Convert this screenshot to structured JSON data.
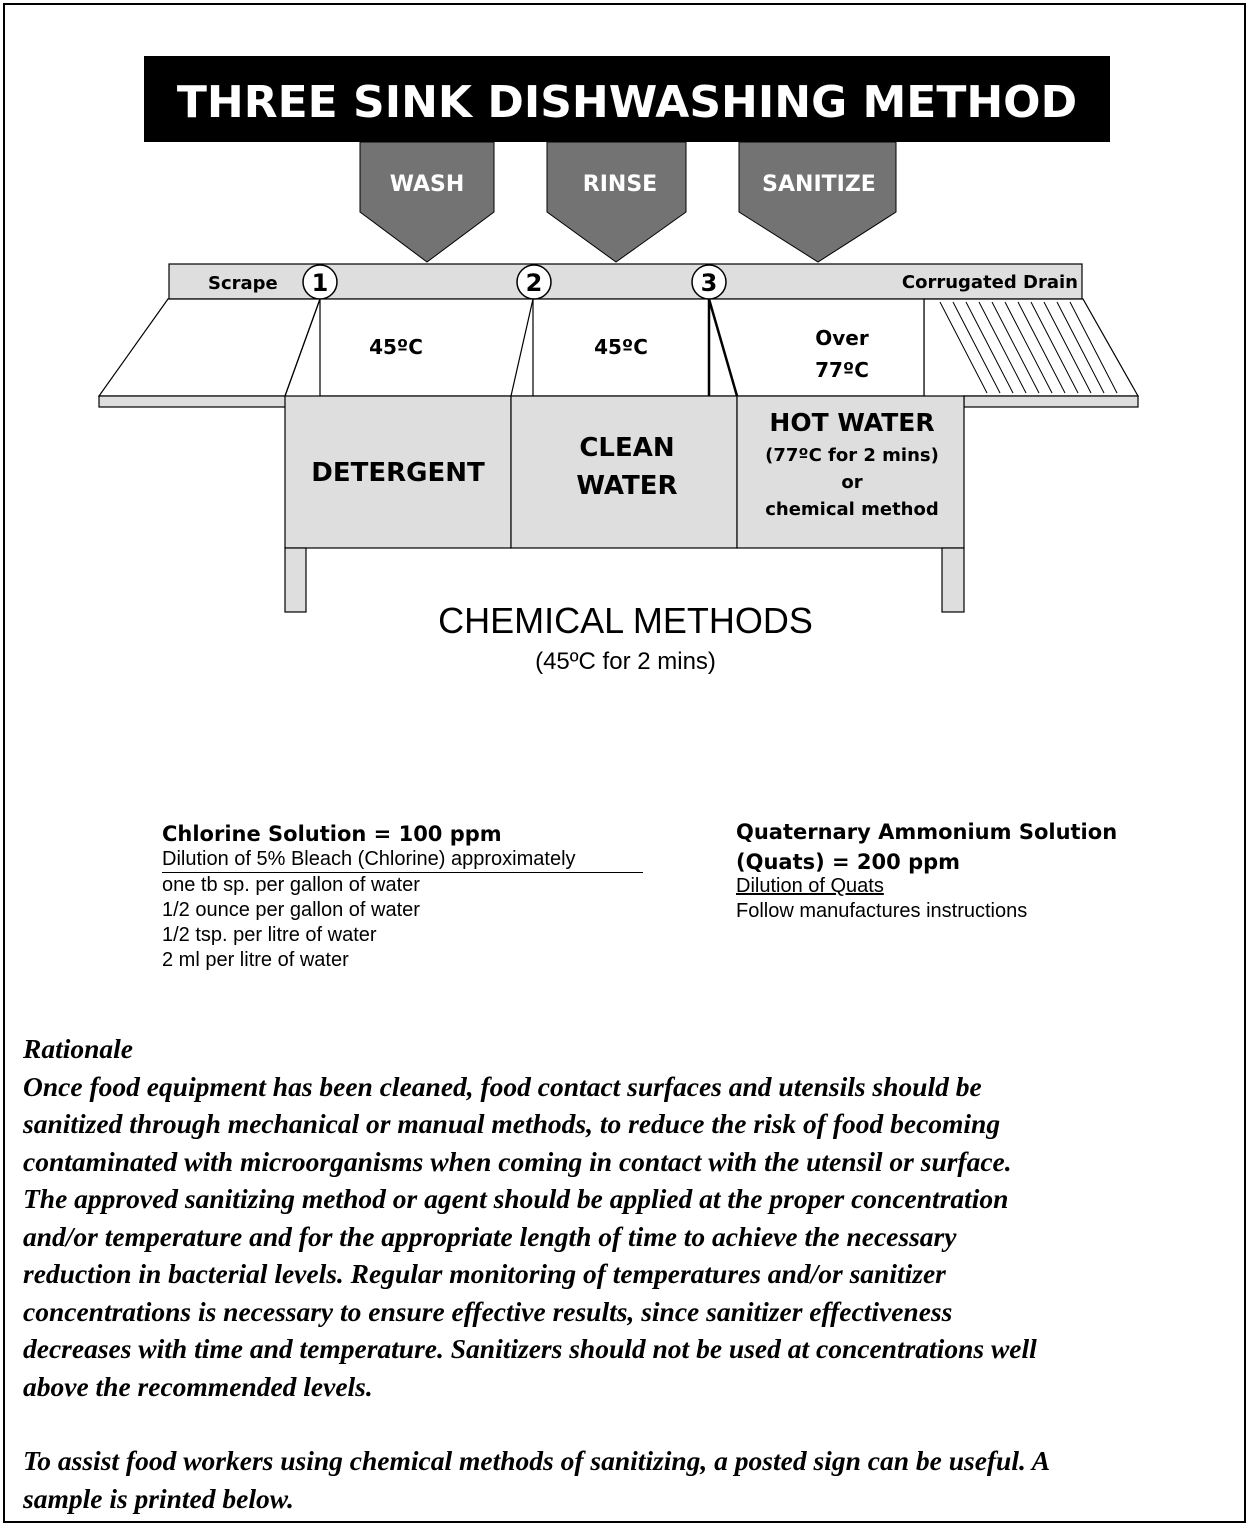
{
  "title": "THREE SINK DISHWASHING METHOD",
  "steps": [
    {
      "label": "WASH"
    },
    {
      "label": "RINSE"
    },
    {
      "label": "SANITIZE"
    }
  ],
  "counter": {
    "scrape_label": "Scrape",
    "drain_label": "Corrugated Drain",
    "markers": [
      "1",
      "2",
      "3"
    ]
  },
  "sinks": [
    {
      "temp_lines": [
        "45ºC"
      ],
      "content_lines": [
        "DETERGENT"
      ]
    },
    {
      "temp_lines": [
        "45ºC"
      ],
      "content_lines": [
        "CLEAN",
        "WATER"
      ]
    },
    {
      "temp_lines": [
        "Over",
        "77ºC"
      ],
      "content_lines": [
        "HOT WATER",
        "(77ºC for 2 mins)",
        "or",
        "chemical method"
      ]
    }
  ],
  "chemical_methods": {
    "title": "CHEMICAL METHODS",
    "subtitle": "(45ºC for 2 mins)"
  },
  "chlorine": {
    "heading": "Chlorine Solution = 100 ppm",
    "dilution_label": "Dilution of 5% Bleach (Chlorine) approximately",
    "lines": [
      "one tb sp. per gallon of water",
      "1/2 ounce per gallon of water",
      "1/2 tsp. per litre of water",
      "2 ml per litre of water"
    ]
  },
  "quats": {
    "heading_lines": [
      "Quaternary Ammonium Solution",
      "(Quats) = 200 ppm"
    ],
    "dilution_label": "Dilution of Quats",
    "instruction": "Follow manufactures instructions"
  },
  "rationale": {
    "heading": "Rationale",
    "paragraph_lines": [
      "Once food equipment has been cleaned, food contact surfaces and utensils should be",
      "sanitized through mechanical or manual methods, to reduce the risk of food becoming",
      "contaminated with microorganisms when coming in contact with the utensil or surface.",
      "The approved sanitizing method or agent should be applied at the proper concentration",
      "and/or temperature and for the appropriate length of time to achieve the necessary",
      "reduction in bacterial levels.  Regular monitoring of temperatures and/or sanitizer",
      "concentrations is necessary to ensure effective results, since sanitizer effectiveness",
      "decreases with time and temperature.  Sanitizers should not be used at concentrations well",
      "above the recommended levels."
    ],
    "closing_lines": [
      "To assist food workers using chemical methods of sanitizing, a posted sign can be useful.  A",
      "sample is printed below."
    ]
  },
  "colors": {
    "banner": "#000000",
    "arrow": "#737373",
    "sink_fill": "#dedede",
    "surface_fill": "#ffffff"
  }
}
